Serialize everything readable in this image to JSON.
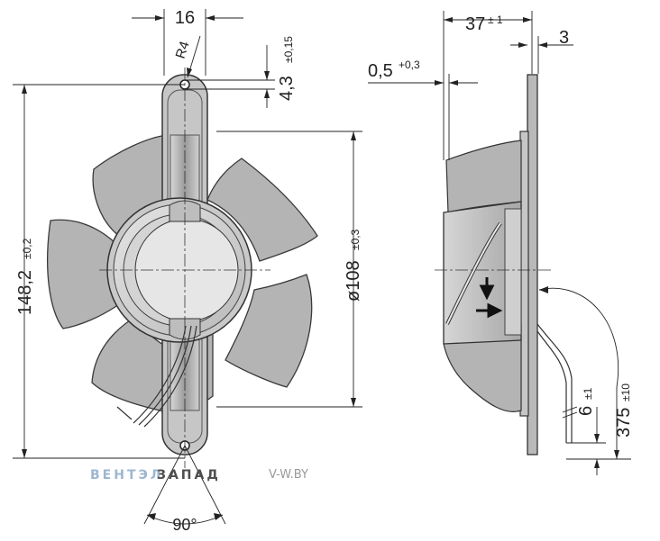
{
  "front_view": {
    "dim_width": "16",
    "dim_radius": "R4",
    "dim_hole": "4,3",
    "dim_hole_tol": "±0,15",
    "dim_height": "148,2",
    "dim_height_tol": "±0,2",
    "dim_diameter": "ø108",
    "dim_diameter_tol": "±0,3",
    "dim_angle": "90°"
  },
  "side_view": {
    "dim_depth": "37",
    "dim_depth_tol": "± 1",
    "dim_thickness": "3",
    "dim_gap": "0,5",
    "dim_gap_tol": "+0,3",
    "dim_wire_offset": "6",
    "dim_wire_offset_tol": "±1",
    "dim_wire_length": "375",
    "dim_wire_length_tol": "±10"
  },
  "watermark": {
    "part1": "ВЕНТЭЛ",
    "part2": "ЗАПАД",
    "url": "V-W.BY"
  },
  "colors": {
    "blade_fill": "#b4b4b4",
    "blade_stroke": "#3a3a3a",
    "hub_fill": "#cdcdcd",
    "line": "#222222"
  }
}
